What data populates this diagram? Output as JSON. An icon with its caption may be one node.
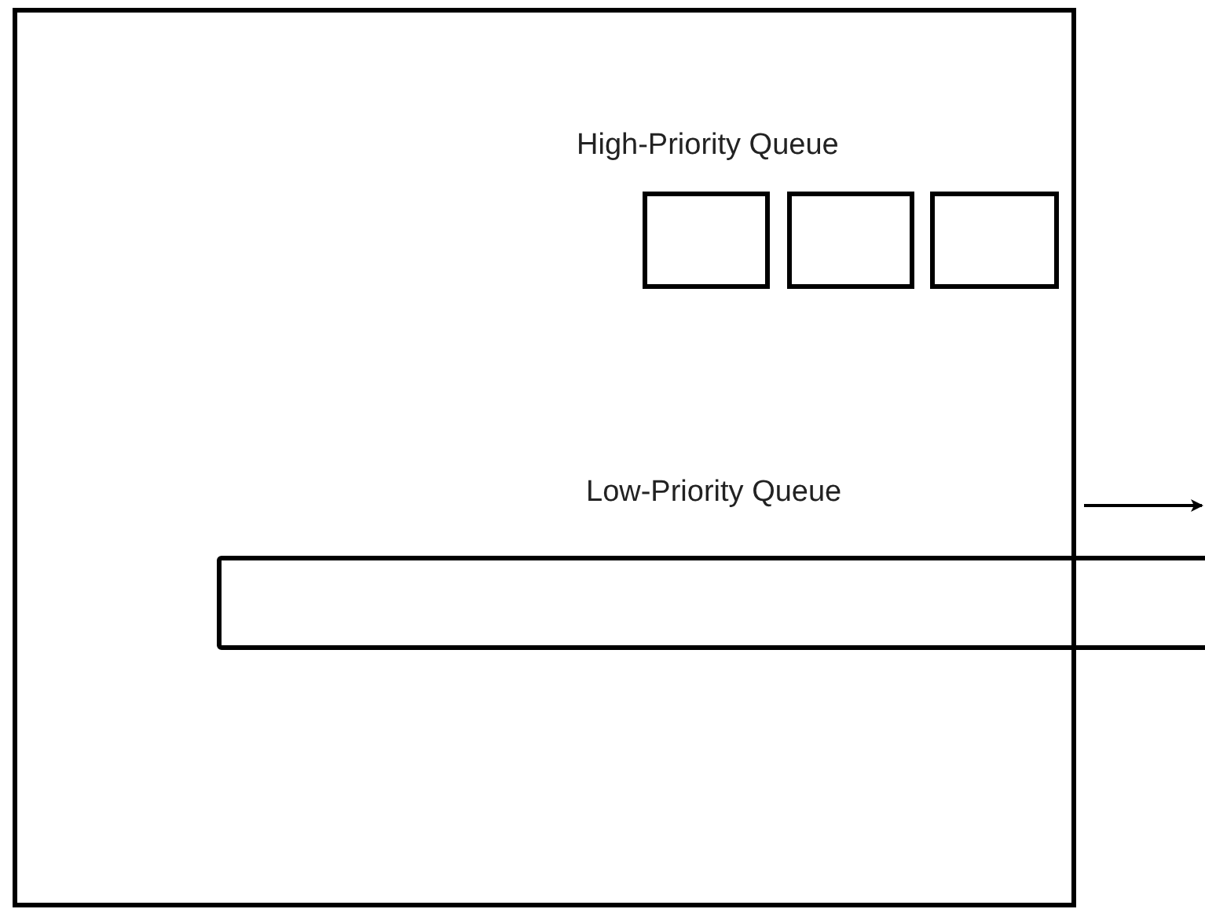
{
  "diagram": {
    "nodes": [
      {
        "text": [],
        "shape": "box"
      },
      {
        "text": [],
        "shape": "box",
        "in": 0
      },
      {
        "text": [],
        "shape": "box",
        "in": 0
      },
      {
        "text": [],
        "shape": "box",
        "in": 0
      },
      {
        "text": [],
        "shape": "bar"
      }
    ],
    "labels": [
      "High-Priority Queue",
      "Low-Priority Queue"
    ]
  }
}
